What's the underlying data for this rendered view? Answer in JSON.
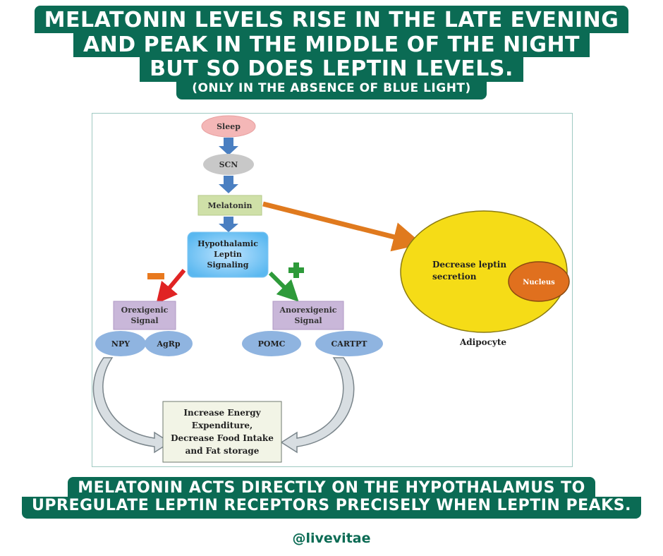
{
  "header": {
    "lines": [
      "MELATONIN LEVELS RISE IN THE LATE EVENING",
      "AND PEAK IN THE MIDDLE OF THE NIGHT",
      "BUT SO DOES LEPTIN LEVELS."
    ],
    "note": "(ONLY IN THE ABSENCE OF BLUE LIGHT)"
  },
  "diagram": {
    "sleep": "Sleep",
    "scn": "SCN",
    "melatonin": "Melatonin",
    "hypothalamic": [
      "Hypothalamic",
      "Leptin",
      "Signaling"
    ],
    "minus": "−",
    "plus": "+",
    "orexigenic": [
      "Orexigenic",
      "Signal"
    ],
    "anorexigenic": [
      "Anorexigenic",
      "Signal"
    ],
    "npy": "NPY",
    "agrp": "AgRp",
    "pomc": "POMC",
    "cartpt": "CARTPT",
    "outcome": [
      "Increase Energy",
      "Expenditure,",
      "Decrease Food Intake",
      "and Fat storage"
    ],
    "adipocyte_text": [
      "Decrease leptin",
      "secretion"
    ],
    "nucleus": "Nucleus",
    "adipocyte_label": "Adipocyte"
  },
  "footer": {
    "lines": [
      "MELATONIN ACTS DIRECTLY ON THE HYPOTHALAMUS TO",
      "UPREGULATE LEPTIN RECEPTORS PRECISELY WHEN LEPTIN PEAKS."
    ],
    "handle": "@livevitae"
  },
  "colors": {
    "brand": "#0b6b54",
    "blue_arrow": "#4a7fc1",
    "orange_arrow": "#e07a1e",
    "red_arrow": "#e02424",
    "green_arrow": "#2e9a3a",
    "adipocyte": "#f5dc17",
    "nucleus": "#e0701e"
  }
}
